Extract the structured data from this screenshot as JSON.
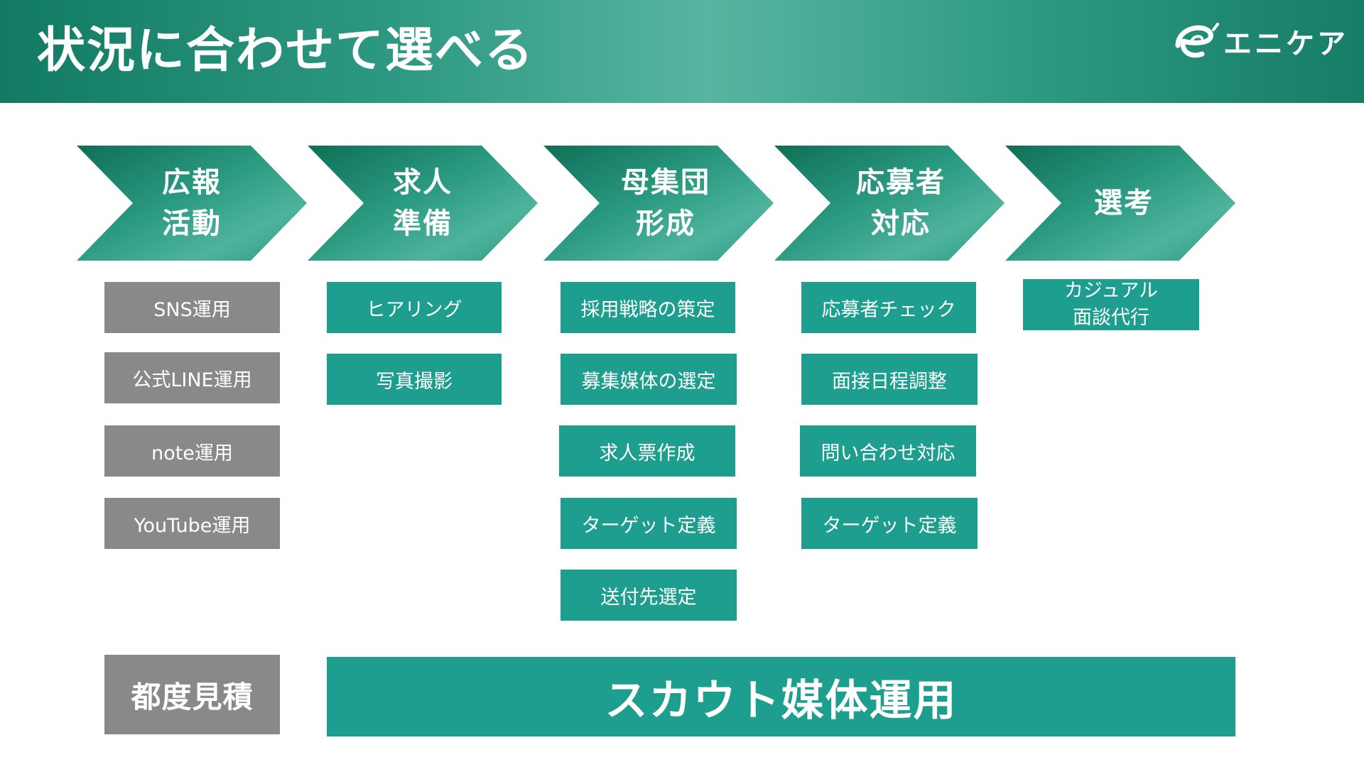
{
  "header": {
    "title": "状況に合わせて選べる",
    "logo_text": "エニケア",
    "logo_icon": "swirl-e-logo"
  },
  "colors": {
    "header_dark": "#127a62",
    "header_light": "#57b5a0",
    "green_box": "#1e9e8e",
    "gray_box": "#898989"
  },
  "stages": [
    {
      "label": "広報\n活動",
      "items": [
        "SNS運用",
        "公式LINE運用",
        "note運用",
        "YouTube運用"
      ]
    },
    {
      "label": "求人\n準備",
      "items": [
        "ヒアリング",
        "写真撮影"
      ]
    },
    {
      "label": "母集団\n形成",
      "items": [
        "採用戦略の策定",
        "募集媒体の選定",
        "求人票作成",
        "ターゲット定義",
        "送付先選定"
      ]
    },
    {
      "label": "応募者\n対応",
      "items": [
        "応募者チェック",
        "面接日程調整",
        "問い合わせ対応",
        "ターゲット定義"
      ]
    },
    {
      "label": "選考",
      "items": [
        "カジュアル\n面談代行"
      ]
    }
  ],
  "bottom": {
    "left_label": "都度見積",
    "right_label": "スカウト媒体運用"
  }
}
